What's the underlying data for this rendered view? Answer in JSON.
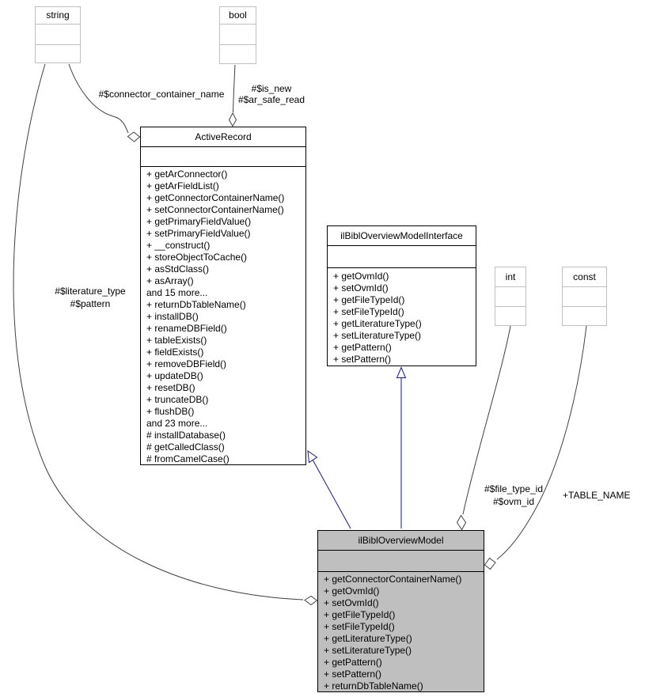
{
  "diagram": {
    "title": "ilBiblOverviewModel collaboration diagram",
    "colors": {
      "background": "#ffffff",
      "class_border": "#000000",
      "primitive_border": "#c0c0c0",
      "current_class_fill": "#bfbfbf",
      "usage_edge": "#404040",
      "inheritance_edge": "#191970",
      "text": "#000000"
    },
    "nodes": {
      "string": {
        "title": "string"
      },
      "bool": {
        "title": "bool"
      },
      "int": {
        "title": "int"
      },
      "const": {
        "title": "const"
      },
      "active_record": {
        "title": "ActiveRecord",
        "methods": [
          "+ getArConnector()",
          "+ getArFieldList()",
          "+ getConnectorContainerName()",
          "+ setConnectorContainerName()",
          "+ getPrimaryFieldValue()",
          "+ setPrimaryFieldValue()",
          "+ __construct()",
          "+ storeObjectToCache()",
          "+ asStdClass()",
          "+ asArray()",
          "and 15 more...",
          "+ returnDbTableName()",
          "+ installDB()",
          "+ renameDBField()",
          "+ tableExists()",
          "+ fieldExists()",
          "+ removeDBField()",
          "+ updateDB()",
          "+ resetDB()",
          "+ truncateDB()",
          "+ flushDB()",
          "and 23 more...",
          "# installDatabase()",
          "# getCalledClass()",
          "# fromCamelCase()"
        ]
      },
      "interface": {
        "title": "ilBiblOverviewModelInterface",
        "methods": [
          "+ getOvmId()",
          "+ setOvmId()",
          "+ getFileTypeId()",
          "+ setFileTypeId()",
          "+ getLiteratureType()",
          "+ setLiteratureType()",
          "+ getPattern()",
          "+ setPattern()"
        ]
      },
      "model": {
        "title": "ilBiblOverviewModel",
        "methods": [
          "+ getConnectorContainerName()",
          "+ getOvmId()",
          "+ setOvmId()",
          "+ getFileTypeId()",
          "+ setFileTypeId()",
          "+ getLiteratureType()",
          "+ setLiteratureType()",
          "+ getPattern()",
          "+ setPattern()",
          "+ returnDbTableName()"
        ]
      }
    },
    "edge_labels": {
      "connector_container_name": "#$connector_container_name",
      "is_new": "#$is_new",
      "ar_safe_read": "#$ar_safe_read",
      "literature_type": "#$literature_type",
      "pattern": "#$pattern",
      "file_type_id": "#$file_type_id",
      "ovm_id": "#$ovm_id",
      "table_name": "+TABLE_NAME"
    }
  }
}
